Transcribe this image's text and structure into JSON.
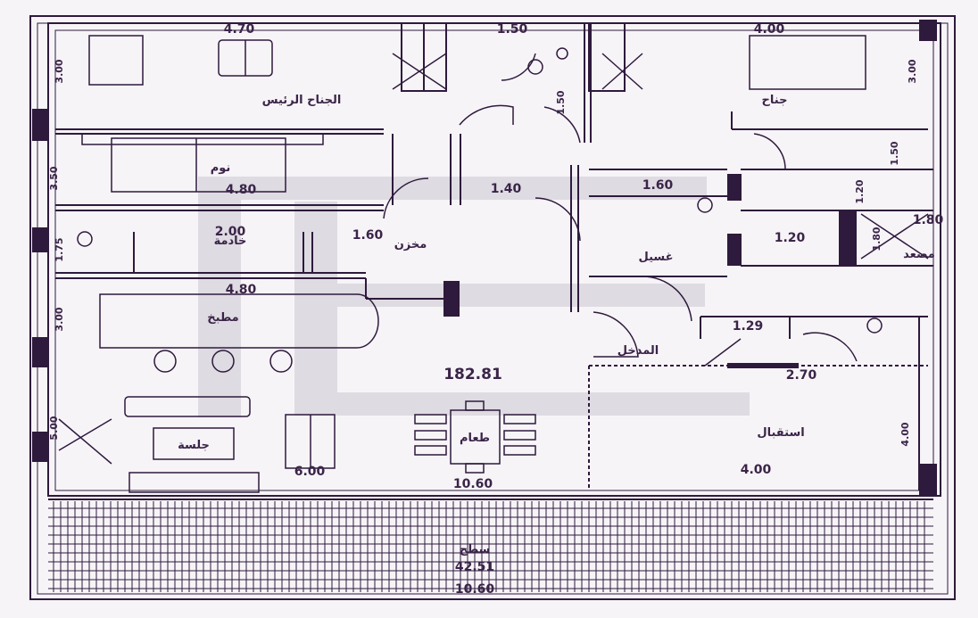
{
  "watermark_color": "#d9d6dd",
  "line_color": "#2e1a3c",
  "background": "#f7f4f8",
  "rooms": {
    "master_suite": "الجناح الرئيس",
    "bedroom": "نوم",
    "maid_room": "خادمة",
    "storage": "مخزن",
    "kitchen": "مطبخ",
    "sitting": "جلسة",
    "dining": "طعام",
    "reception": "استقبال",
    "entrance": "المدخل",
    "suite": "جناح",
    "washing": "غسيل",
    "elevator": "مصعد",
    "roof": "سطح"
  },
  "dimensions": {
    "d_470": "4.70",
    "d_150a": "1.50",
    "d_400a": "4.00",
    "d_480a": "4.80",
    "d_140": "1.40",
    "d_160a": "1.60",
    "d_200": "2.00",
    "d_160b": "1.60",
    "d_180": "1.80",
    "d_120a": "1.20",
    "d_480b": "4.80",
    "d_129": "1.29",
    "d_270": "2.70",
    "d_600": "6.00",
    "d_1060a": "10.60",
    "d_400b": "4.00",
    "d_1060b": "10.60",
    "v_300a": "3.00",
    "v_150": "1.50",
    "v_350": "3.50",
    "v_175": "1.75",
    "v_300b": "3.00",
    "v_500": "5.00",
    "v_300c": "3.00",
    "v_150b": "1.50",
    "v_120": "1.20",
    "v_180": "1.80",
    "v_400": "4.00"
  },
  "total_area": "182.81",
  "roof_area": "42.51"
}
